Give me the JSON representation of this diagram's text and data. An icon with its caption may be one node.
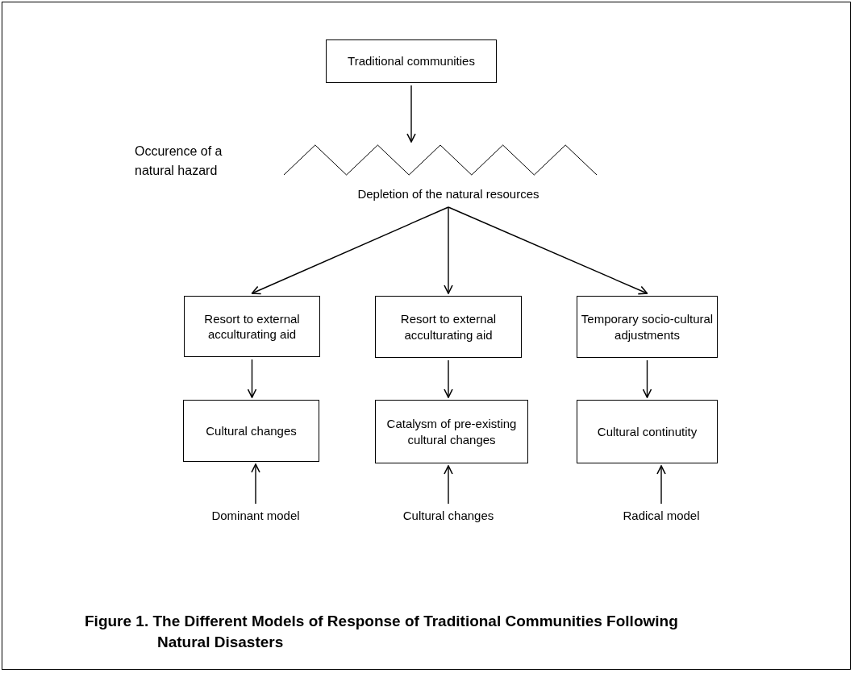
{
  "diagram": {
    "caption": "Figure 1. The Different Models of Response of Traditional Communities Following Natural Disasters",
    "nodes": [
      {
        "text": [
          "Traditional communities"
        ]
      },
      {
        "text": [],
        "shape": "zigzag"
      },
      {
        "text": [
          "Depletion of the natural resources"
        ]
      },
      {
        "text": [
          "Resort to external acculturating aid"
        ]
      },
      {
        "text": [
          "Resort to external acculturating aid"
        ]
      },
      {
        "text": [
          "Temporary socio-cultural adjustments"
        ]
      },
      {
        "text": [
          "Cultural changes"
        ]
      },
      {
        "text": [
          "Catalysm of pre-existing cultural changes"
        ]
      },
      {
        "text": [
          "Cultural continutity"
        ]
      },
      {
        "text": [
          "Dominant model"
        ]
      },
      {
        "text": [
          "Cultural changes"
        ]
      },
      {
        "text": [
          "Radical model"
        ]
      }
    ],
    "edges": [
      {
        "from": 0,
        "to": 1,
        "arrow": "to"
      },
      {
        "from": 2,
        "to": 3,
        "arrow": "to"
      },
      {
        "from": 2,
        "to": 4,
        "arrow": "to"
      },
      {
        "from": 2,
        "to": 5,
        "arrow": "to"
      },
      {
        "from": 3,
        "to": 6,
        "arrow": "to"
      },
      {
        "from": 4,
        "to": 7,
        "arrow": "to"
      },
      {
        "from": 5,
        "to": 8,
        "arrow": "to"
      },
      {
        "from": 9,
        "to": 6,
        "arrow": "to"
      },
      {
        "from": 10,
        "to": 7,
        "arrow": "to"
      },
      {
        "from": 11,
        "to": 8,
        "arrow": "to"
      }
    ],
    "labels": [
      "Occurence of a natural hazard"
    ]
  }
}
